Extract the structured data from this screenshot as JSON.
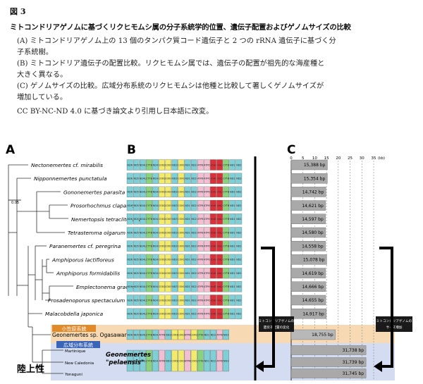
{
  "caption": {
    "fig_num": "図 3",
    "title": "ミトコンドリアゲノムに基づくリクヒモムシ属の分子系統学的位置、遺伝子配置およびゲノムサイズの比較",
    "lines": [
      "(A) ミトコンドリアゲノム上の 13 個のタンパク質コード遺伝子と 2 つの rRNA 遺伝子に基づく分",
      "子系統樹。",
      "(B) ミトコンドリア遺伝子の配置比較。リクヒモムシ属では、遺伝子の配置が祖先的な海産種と",
      "大きく異なる。",
      "(C) ゲノムサイズの比較。広域分布系統のリクヒモムシは他種と比較して著しくゲノムサイズが",
      "増加している。"
    ],
    "credit": "CC BY-NC-ND 4.0 に基づき論文より引用し日本語に改変。"
  },
  "panels": {
    "a": "A",
    "b": "B",
    "c": "C"
  },
  "species": [
    "Nectonemertes cf. mirabilis",
    "Nipponnemertes punctatula",
    "Gononemertes parasita",
    "Prosorhochmus claparedii",
    "Nemertopsis tetraclitophila",
    "Tetrastemma olgarum",
    "Paranemertes cf. peregrina",
    "Amphiporus lactifloreus",
    "Amphiporus formidabilis",
    "Emplectonema gracile",
    "Prosadenoporus spectaculum",
    "Malacobdella japonica"
  ],
  "geo_ogasawara": "Geonemertes sp. Ogasawara",
  "island_lineage_label": "小笠原系統",
  "wide_lineage_label": "広域分布系統",
  "localities": [
    "Martinique",
    "New Caledonia",
    "Yonaguni"
  ],
  "geo_pelaensis": [
    "Geonemertes",
    "\"pelaensis\""
  ],
  "terrestrial_label": "陸上性",
  "scale_value": "0.05",
  "gene_note": [
    "ミトコンドリアゲノムの",
    "遺伝子配置の変化"
  ],
  "size_note": [
    "ミトコンドリアゲノムの",
    "サイズ増加"
  ],
  "gene_order_marine": [
    "ND6",
    "ND5",
    "ND4L",
    "CYTB",
    "ND4",
    "COX2",
    "COX3",
    "ND3",
    "COX1",
    "ND1",
    "ND2",
    "ATP8",
    "ATP6",
    "rrnS",
    "rrnL",
    "CYTB",
    "ND1",
    "ND2"
  ],
  "gene_order_ogasawara": [
    "ND6",
    "ND5",
    "ND4L",
    "CYTB",
    "ND4",
    "ATP8",
    "ND3",
    "COX2",
    "COX3",
    "ATP6",
    "COX1",
    "CYTB",
    "ND1",
    "ND2",
    "ATP8",
    "ND3"
  ],
  "gene_order_pelaensis": [
    "ND6",
    "ND5",
    "ND4L",
    "CYTB",
    "ND4",
    "ATP8",
    "ND3",
    "COX2",
    "COX3",
    "ATP6",
    "COX1",
    "CYTB",
    "ND1",
    "ND2",
    "ATP8",
    "ND3"
  ],
  "gene_colors": {
    "ND": "#7fcfd6",
    "CYTB": "#8bd27c",
    "COX": "#f2ea6a",
    "ATP": "#f2bfd2",
    "rrn": "#d8313a"
  },
  "size_axis": {
    "unit": "(kb)",
    "ticks": [
      "0",
      "5",
      "10",
      "15",
      "20",
      "25",
      "30",
      "35"
    ],
    "max": 35
  },
  "chart_data": {
    "type": "bar",
    "categories": [
      "Nectonemertes cf. mirabilis",
      "Nipponnemertes punctatula",
      "Gononemertes parasita",
      "Prosorhochmus claparedii",
      "Nemertopsis tetraclitophila",
      "Tetrastemma olgarum",
      "Paranemertes cf. peregrina",
      "Amphiporus lactifloreus",
      "Amphiporus formidabilis",
      "Emplectonema gracile",
      "Prosadenoporus spectaculum",
      "Malacobdella japonica",
      "Geonemertes sp. Ogasawara",
      "Martinique",
      "New Caledonia",
      "Yonaguni"
    ],
    "values": [
      15.388,
      15.354,
      14.742,
      14.621,
      14.597,
      14.58,
      14.558,
      15.078,
      14.619,
      14.666,
      14.655,
      14.917,
      18.755,
      31.738,
      31.739,
      31.745
    ],
    "labels": [
      "15,388 bp",
      "15,354 bp",
      "14,742 bp",
      "14,621 bp",
      "14,597 bp",
      "14,580 bp",
      "14,558 bp",
      "15,078 bp",
      "14,619 bp",
      "14,666 bp",
      "14,655 bp",
      "14,917 bp",
      "18,755 bp",
      "31,738 bp",
      "31,739 bp",
      "31,745 bp"
    ],
    "xlabel": "(kb)",
    "xlim": [
      0,
      35
    ]
  }
}
